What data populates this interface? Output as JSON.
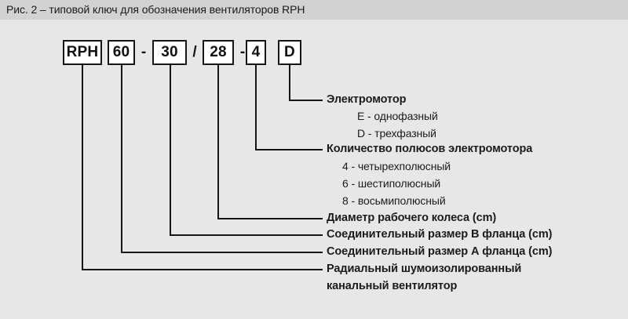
{
  "figure": {
    "caption": "Рис. 2 – типовой ключ для обозначения вентиляторов RPH",
    "background_color": "#e7e7e8",
    "caption_bar_color": "#d2d2d3",
    "line_color": "#151515",
    "box_fill_color": "#ffffff"
  },
  "code": {
    "boxes": [
      {
        "text": "RPH"
      },
      {
        "text": "60"
      },
      {
        "text": "30"
      },
      {
        "text": "28"
      },
      {
        "text": "4"
      },
      {
        "text": "D"
      }
    ],
    "separators": [
      {
        "text": "-"
      },
      {
        "text": "/"
      },
      {
        "text": "-"
      }
    ]
  },
  "legend": [
    {
      "title": "Электромотор",
      "options": [
        "E - однофазный",
        "D - трехфазный"
      ]
    },
    {
      "title": "Количество полюсов электромотора",
      "options": [
        "4 - четырехполюсный",
        "6 - шестиполюсный",
        "8 - восьмиполюсный"
      ]
    },
    {
      "title": "Диаметр рабочего колеса (cm)",
      "options": []
    },
    {
      "title": "Соединительный размер В фланца (cm)",
      "options": []
    },
    {
      "title": "Соединительный размер А фланца (cm)",
      "options": []
    },
    {
      "title": "Радиальный шумоизолированный",
      "title_line2": "канальный вентилятор",
      "options": []
    }
  ]
}
